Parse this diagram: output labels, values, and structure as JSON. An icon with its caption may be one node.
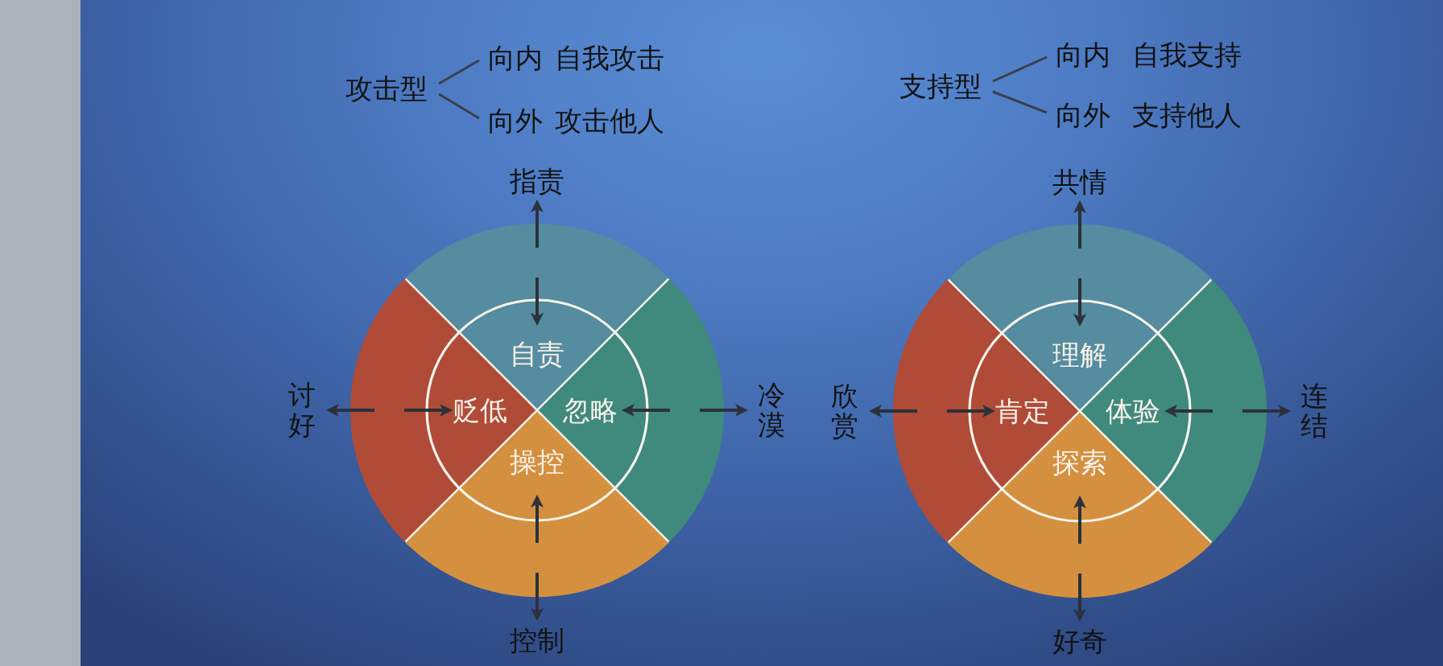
{
  "diagram": {
    "nodes": [
      {
        "text": [
          "攻击型"
        ]
      },
      {
        "text": [
          "向内 自我攻击"
        ]
      },
      {
        "text": [
          "向外 攻击他人"
        ]
      },
      {
        "text": [
          "支持型"
        ]
      },
      {
        "text": [
          "向内 自我支持"
        ]
      },
      {
        "text": [
          "向外 支持他人"
        ]
      },
      {
        "text": [
          "指责"
        ]
      },
      {
        "text": [
          "讨好"
        ]
      },
      {
        "text": [
          "冷漠"
        ]
      },
      {
        "text": [
          "控制"
        ]
      },
      {
        "text": [],
        "shape": "band"
      },
      {
        "text": [],
        "shape": "band"
      },
      {
        "text": [],
        "shape": "band"
      },
      {
        "text": [],
        "shape": "band"
      },
      {
        "text": [
          "自责"
        ]
      },
      {
        "text": [
          "贬低"
        ]
      },
      {
        "text": [
          "忽略"
        ]
      },
      {
        "text": [
          "操控"
        ]
      },
      {
        "text": [
          "共情"
        ]
      },
      {
        "text": [
          "欣赏"
        ]
      },
      {
        "text": [
          "连结"
        ]
      },
      {
        "text": [
          "好奇"
        ]
      },
      {
        "text": [],
        "shape": "band"
      },
      {
        "text": [],
        "shape": "band"
      },
      {
        "text": [],
        "shape": "band"
      },
      {
        "text": [],
        "shape": "band"
      },
      {
        "text": [
          "理解"
        ]
      },
      {
        "text": [
          "肯定"
        ]
      },
      {
        "text": [
          "体验"
        ]
      },
      {
        "text": [
          "探索"
        ]
      }
    ],
    "edges": [
      {
        "from": 0,
        "to": 1,
        "arrow": "none"
      },
      {
        "from": 0,
        "to": 2,
        "arrow": "none"
      },
      {
        "from": 3,
        "to": 4,
        "arrow": "none"
      },
      {
        "from": 3,
        "to": 5,
        "arrow": "none"
      },
      {
        "from": 10,
        "to": 6,
        "arrow": "to"
      },
      {
        "from": 10,
        "to": 14,
        "arrow": "to"
      },
      {
        "from": 11,
        "to": 7,
        "arrow": "to"
      },
      {
        "from": 11,
        "to": 15,
        "arrow": "to"
      },
      {
        "from": 12,
        "to": 8,
        "arrow": "to"
      },
      {
        "from": 12,
        "to": 16,
        "arrow": "to"
      },
      {
        "from": 13,
        "to": 9,
        "arrow": "to"
      },
      {
        "from": 13,
        "to": 17,
        "arrow": "to"
      },
      {
        "from": 22,
        "to": 18,
        "arrow": "to"
      },
      {
        "from": 22,
        "to": 26,
        "arrow": "to"
      },
      {
        "from": 23,
        "to": 19,
        "arrow": "to"
      },
      {
        "from": 23,
        "to": 27,
        "arrow": "to"
      },
      {
        "from": 24,
        "to": 20,
        "arrow": "to"
      },
      {
        "from": 24,
        "to": 28,
        "arrow": "to"
      },
      {
        "from": 25,
        "to": 21,
        "arrow": "to"
      },
      {
        "from": 25,
        "to": 29,
        "arrow": "to"
      }
    ]
  }
}
